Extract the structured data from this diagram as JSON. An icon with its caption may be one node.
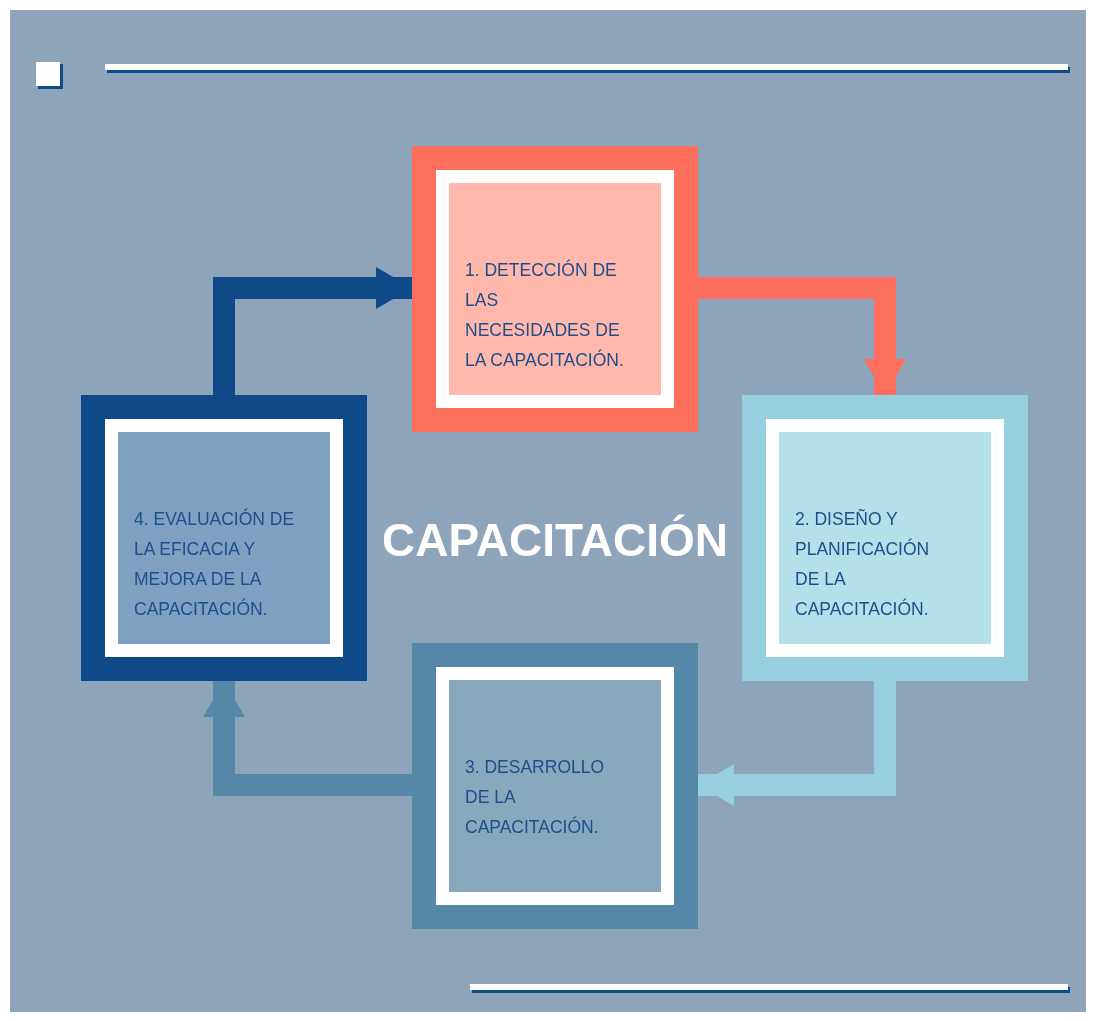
{
  "diagram": {
    "title": "CAPACITACIÓN",
    "nodes": [
      {
        "text": [
          "1. DETECCIÓN DE LAS NECESIDADES DE LA CAPACITACIÓN."
        ]
      },
      {
        "text": [
          "2. DISEÑO Y PLANIFICACIÓN DE LA CAPACITACIÓN."
        ]
      },
      {
        "text": [
          "3. DESARROLLO DE LA CAPACITACIÓN."
        ]
      },
      {
        "text": [
          "4. EVALUACIÓN DE LA EFICACIA Y MEJORA DE LA CAPACITACIÓN."
        ]
      }
    ],
    "edges": [
      {
        "from": 3,
        "to": 0,
        "arrow": "to",
        "color": "#0d4a87"
      },
      {
        "from": 0,
        "to": 1,
        "arrow": "to",
        "color": "#ff6f5e"
      },
      {
        "from": 1,
        "to": 2,
        "arrow": "to",
        "color": "#96d0e0"
      },
      {
        "from": 2,
        "to": 3,
        "arrow": "to",
        "color": "#5588a6"
      }
    ]
  }
}
